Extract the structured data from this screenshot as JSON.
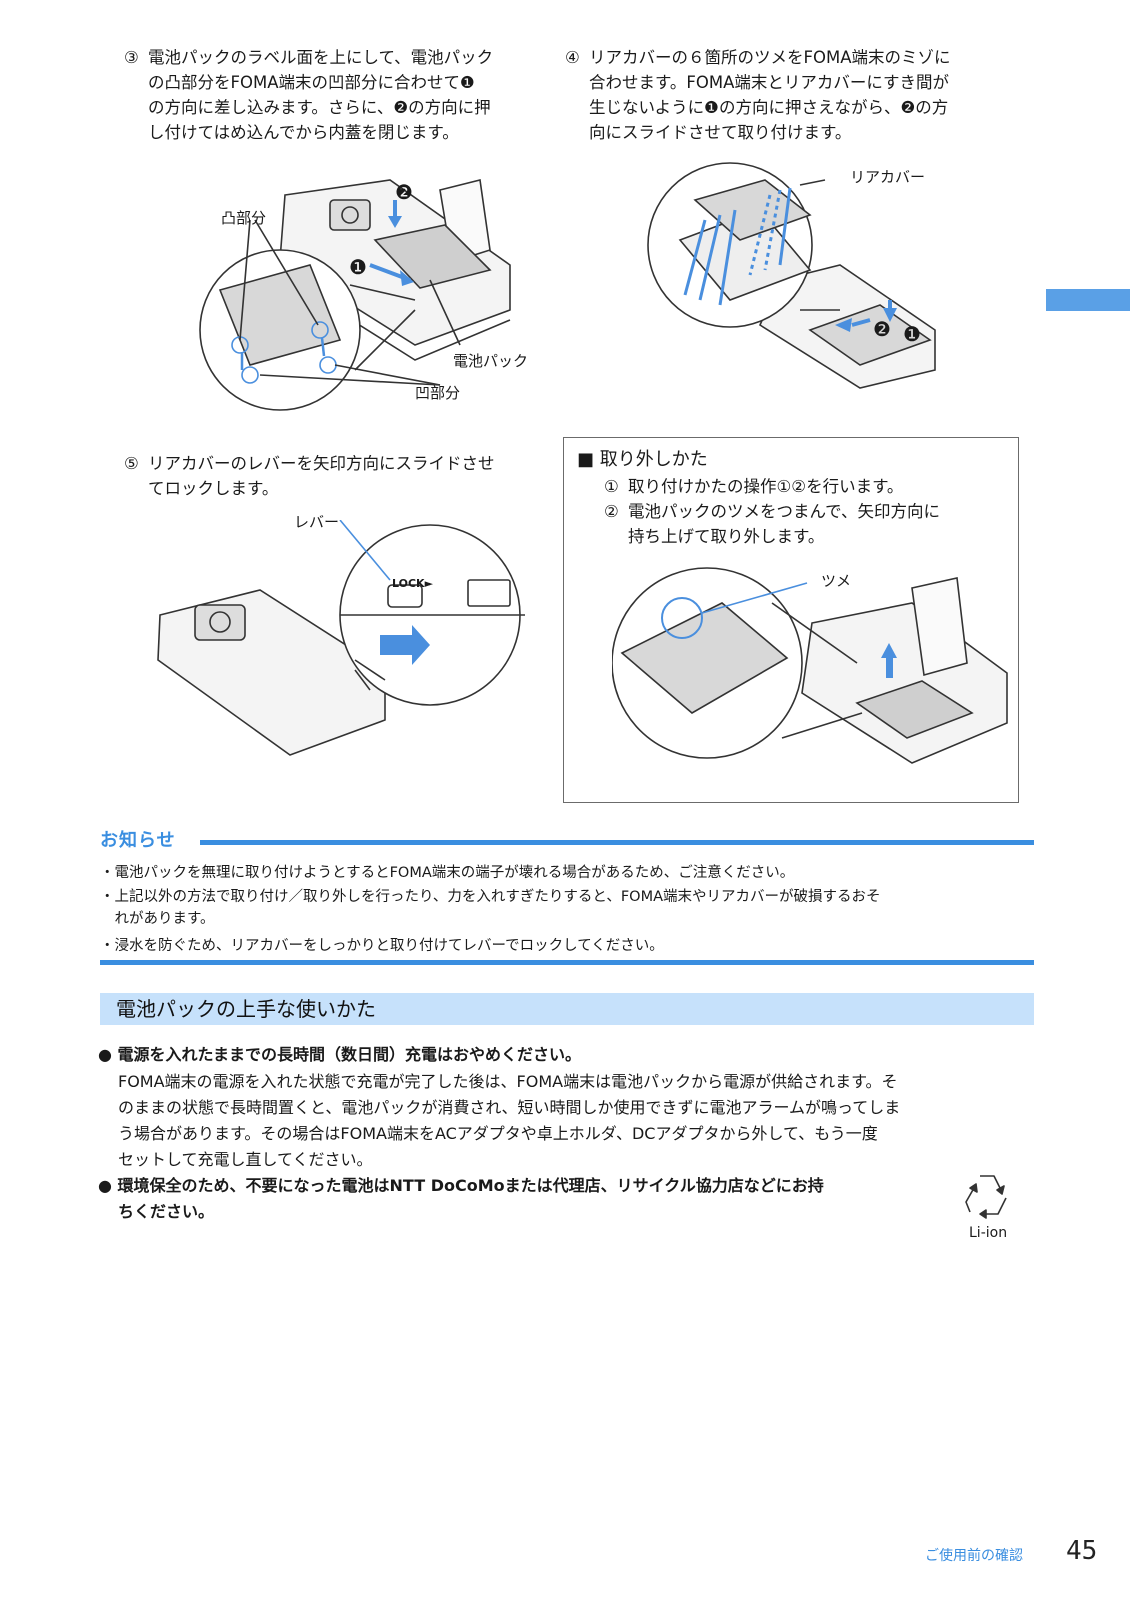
{
  "steps": {
    "s3": {
      "num": "③",
      "lines": [
        "電池パックのラベル面を上にして、電池パック",
        "の凸部分をFOMA端末の凹部分に合わせて❶",
        "の方向に差し込みます。さらに、❷の方向に押",
        "し付けてはめ込んでから内蓋を閉じます。"
      ]
    },
    "s4": {
      "num": "④",
      "lines": [
        "リアカバーの６箇所のツメをFOMA端末のミゾに",
        "合わせます。FOMA端末とリアカバーにすき間が",
        "生じないように❶の方向に押さえながら、❷の方",
        "向にスライドさせて取り付けます。"
      ]
    },
    "s5": {
      "num": "⑤",
      "lines": [
        "リアカバーのレバーを矢印方向にスライドさせ",
        "てロックします。"
      ]
    }
  },
  "illustration_labels": {
    "convex": "凸部分",
    "battery": "電池パック",
    "concave": "凹部分",
    "rear_cover": "リアカバー",
    "lever": "レバー",
    "claw": "ツメ",
    "lock": "LOCK►",
    "badge1": "❶",
    "badge2": "❷"
  },
  "removal_box": {
    "heading": "■ 取り外しかた",
    "items": [
      {
        "num": "①",
        "text": "取り付けかたの操作①②を行います。"
      },
      {
        "num": "②",
        "text": "電池パックのツメをつまんで、矢印方向に"
      },
      {
        "num": "",
        "text": "持ち上げて取り外します。"
      }
    ]
  },
  "notice": {
    "heading": "お知らせ",
    "items": [
      "・電池パックを無理に取り付けようとするとFOMA端末の端子が壊れる場合があるため、ご注意ください。",
      "・上記以外の方法で取り付け／取り外しを行ったり、力を入れすぎたりすると、FOMA端末やリアカバーが破損するおそ",
      "　れがあります。",
      "・浸水を防ぐため、リアカバーをしっかりと取り付けてレバーでロックしてください。"
    ]
  },
  "section": {
    "title": "電池パックの上手な使いかた",
    "b1_head": "● 電源を入れたままでの長時間（数日間）充電はおやめください。",
    "b1_lines": [
      "FOMA端末の電源を入れた状態で充電が完了した後は、FOMA端末は電池パックから電源が供給されます。そ",
      "のままの状態で長時間置くと、電池パックが消費され、短い時間しか使用できずに電池アラームが鳴ってしま",
      "う場合があります。その場合はFOMA端末をACアダプタや卓上ホルダ、DCアダプタから外して、もう一度",
      "セットして充電し直してください。"
    ],
    "b2_lines": [
      "● 環境保全のため、不要になった電池はNTT DoCoMoまたは代理店、リサイクル協力店などにお持",
      "ちください。"
    ],
    "recycle_label": "Li-ion"
  },
  "footer": {
    "link": "ご使用前の確認",
    "page": "45"
  },
  "colors": {
    "accent": "#3a8ee0",
    "section_bg": "#c6e1fb",
    "line_art": "#333333",
    "arrow": "#4a8fde"
  }
}
